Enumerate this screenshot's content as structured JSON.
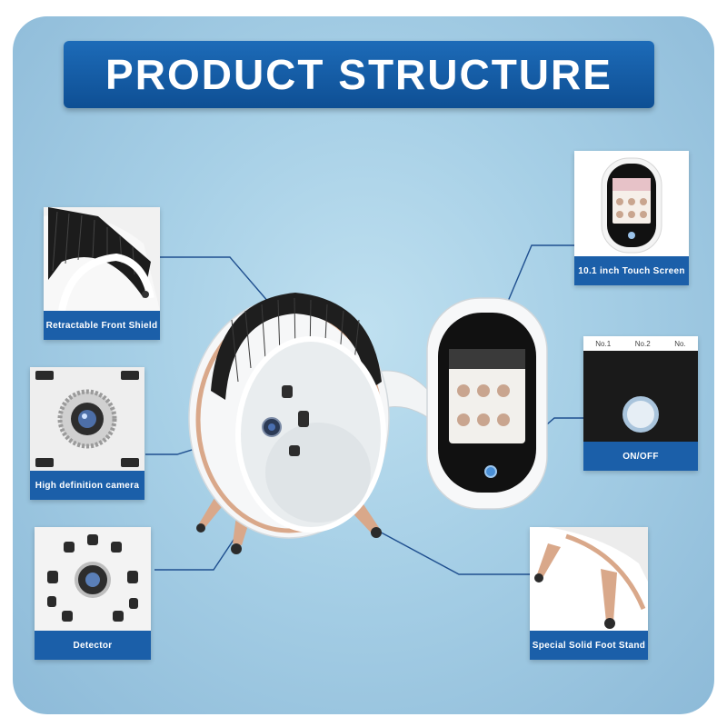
{
  "title": "PRODUCT STRUCTURE",
  "callouts": {
    "front_shield": "Retractable Front Shield",
    "camera": "High definition camera",
    "detector": "Detector",
    "touch_screen": "10.1 inch Touch Screen",
    "on_off": "ON/OFF",
    "foot_stand": "Special Solid Foot Stand"
  },
  "screen": {
    "top_labels": [
      "No.1",
      "No.2",
      "No."
    ]
  },
  "colors": {
    "title_bg": "#1b5fa9",
    "label_bg": "#1b5fa9",
    "leader_line": "#1f4f8f",
    "rose_gold": "#d9a88a"
  }
}
